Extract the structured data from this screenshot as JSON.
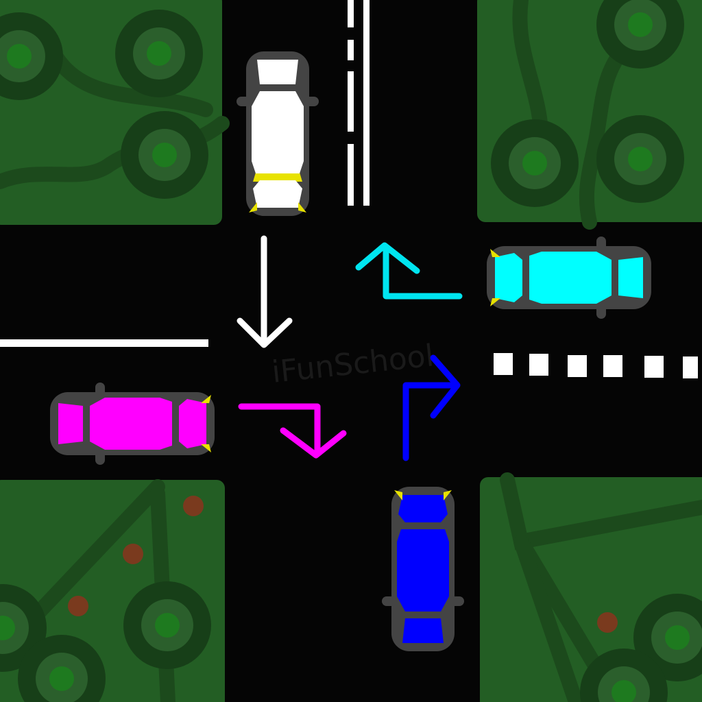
{
  "scene": {
    "watermark": "iFunSchool",
    "colors": {
      "road": "#050505",
      "grass": "#235e24",
      "grass_dark": "#1c4a1c",
      "tree_outer": "#173f18",
      "tree_ring": "#2b5f2c",
      "tree_core": "#1e7a1f",
      "flower": "#7a3a1e",
      "marking": "#ffffff",
      "car_body": "#444444",
      "headlight": "#e8e200"
    },
    "cars": [
      {
        "name": "white-car",
        "color": "#ffffff",
        "heading": "south"
      },
      {
        "name": "cyan-car",
        "color": "#00ffff",
        "heading": "west"
      },
      {
        "name": "magenta-car",
        "color": "#ff00ff",
        "heading": "east"
      },
      {
        "name": "blue-car",
        "color": "#0000ff",
        "heading": "north"
      }
    ],
    "arrows": [
      {
        "name": "white-straight-arrow",
        "color": "#ffffff",
        "maneuver": "straight"
      },
      {
        "name": "cyan-right-turn-arrow",
        "color": "#00e5f0",
        "maneuver": "right"
      },
      {
        "name": "magenta-right-turn-arrow",
        "color": "#ff00ff",
        "maneuver": "right"
      },
      {
        "name": "blue-right-turn-arrow",
        "color": "#0000ff",
        "maneuver": "right"
      }
    ]
  }
}
